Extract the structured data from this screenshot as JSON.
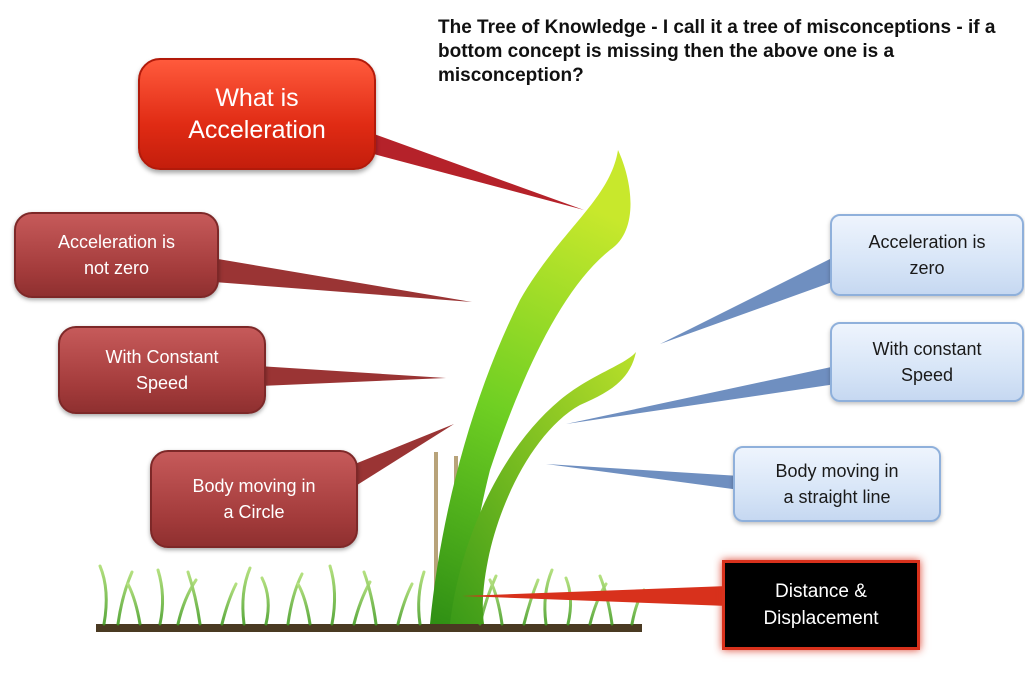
{
  "caption": "The Tree of Knowledge - I call it a tree of misconceptions - if a bottom concept is missing then the above one is a misconception?",
  "concepts": {
    "top": "What is\nAcceleration",
    "misconceptions": [
      "Acceleration is\nnot zero",
      "With Constant\nSpeed",
      "Body moving in\na Circle"
    ],
    "conceptions": [
      "Acceleration is\nzero",
      "With constant\nSpeed",
      "Body moving in\na straight line"
    ],
    "base": "Distance &\nDisplacement"
  },
  "colors": {
    "main_red": "#e02b14",
    "misconception_red": "#a33b3b",
    "conception_blue": "#d7e5f7",
    "base_black": "#000000",
    "plant_green": "#5fbf1f"
  }
}
